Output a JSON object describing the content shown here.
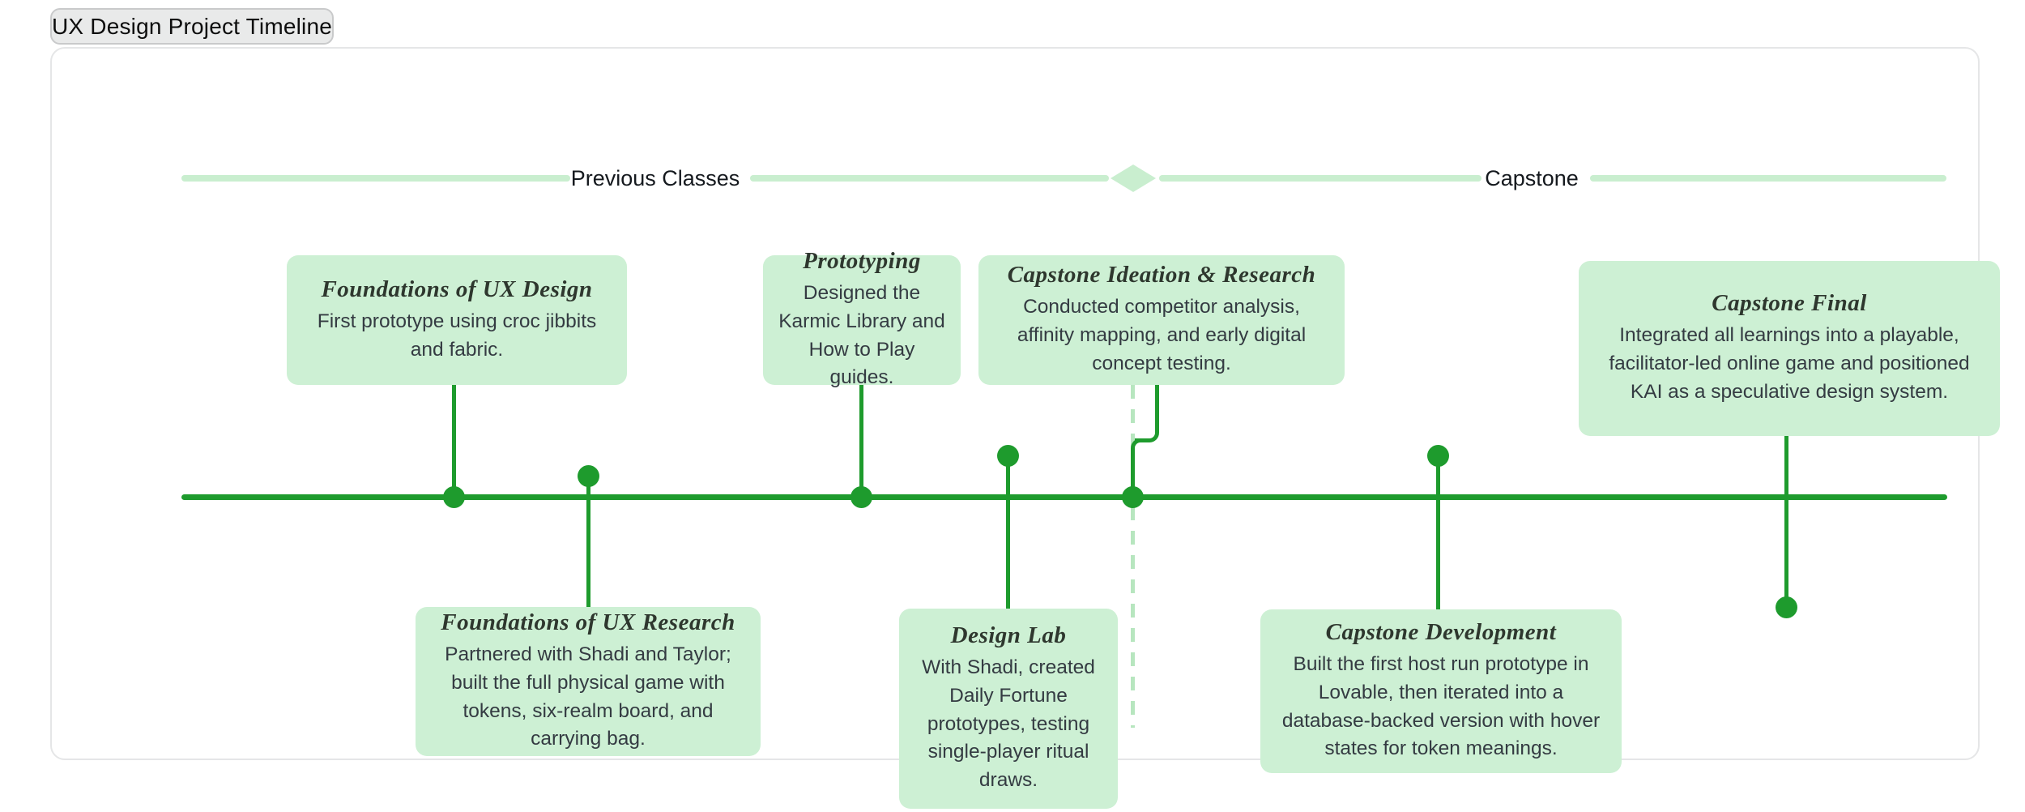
{
  "page": {
    "title": "UX Design Project Timeline"
  },
  "header": {
    "left_label": "Previous Classes",
    "right_label": "Capstone",
    "divider_icon": "diamond-icon"
  },
  "events": [
    {
      "id": "foundations-of-ux-design",
      "side": "above",
      "title": "Foundations of UX Design",
      "description": "First prototype using croc jibbits and fabric."
    },
    {
      "id": "foundations-of-ux-research",
      "side": "below",
      "title": "Foundations of UX Research",
      "description": "Partnered with Shadi and Taylor; built the full physical game with tokens, six-realm board, and carrying bag."
    },
    {
      "id": "prototyping",
      "side": "above",
      "title": "Prototyping",
      "description": "Designed the Karmic Library and How to Play guides."
    },
    {
      "id": "design-lab",
      "side": "below",
      "title": "Design Lab",
      "description": "With Shadi, created Daily Fortune prototypes, testing single-player ritual draws."
    },
    {
      "id": "capstone-ideation-research",
      "side": "above",
      "title": "Capstone Ideation & Research",
      "description": "Conducted competitor analysis, affinity mapping, and early digital concept testing."
    },
    {
      "id": "capstone-development",
      "side": "below",
      "title": "Capstone Development",
      "description": "Built the first host run prototype in Lovable, then iterated into a database-backed version with hover states for token meanings."
    },
    {
      "id": "capstone-final",
      "side": "above",
      "title": "Capstone Final",
      "description": "Integrated all learnings into a playable, facilitator-led online game and positioned KAI as a speculative design system."
    }
  ],
  "colors": {
    "accent_green": "#1e9b2d",
    "event_box_green": "#cdf0d4",
    "pale_green": "#c9eecf",
    "dashed_green": "#b7e6bf",
    "title_text": "#2e372e",
    "body_text": "#343b42",
    "pill_bg": "#e9eaea"
  }
}
